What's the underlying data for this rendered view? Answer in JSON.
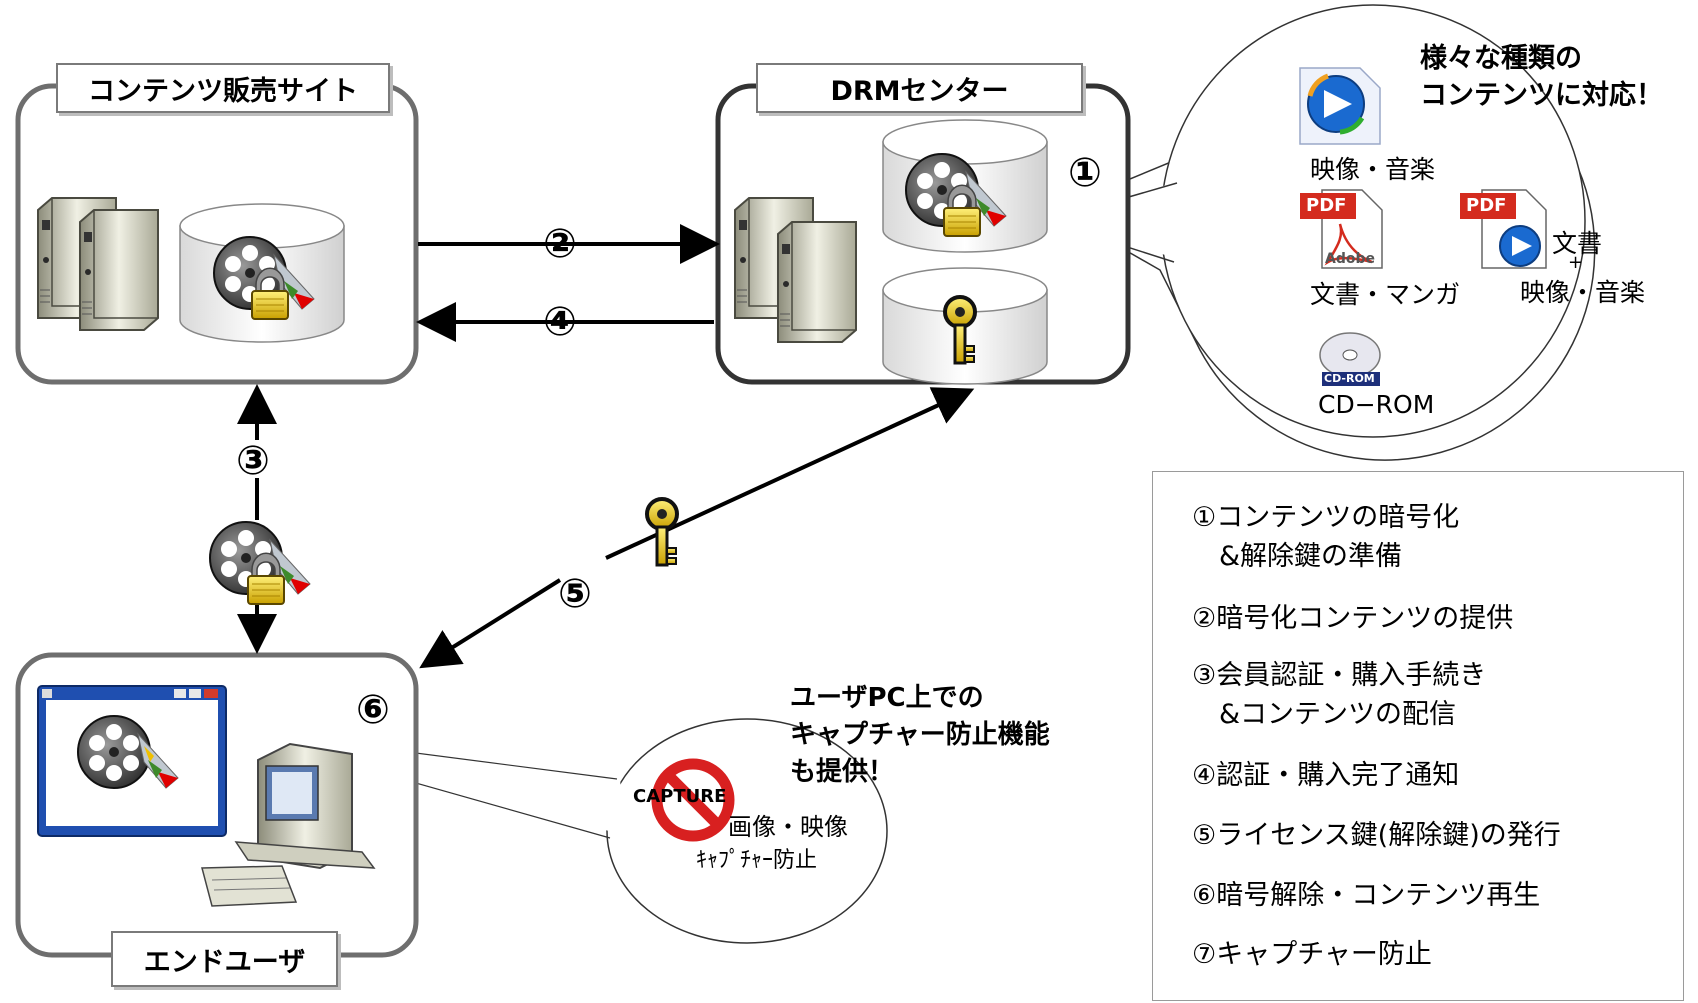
{
  "nodes": {
    "sales_site": "コンテンツ販売サイト",
    "drm_center": "DRMセンター",
    "end_user": "エンドユーザ"
  },
  "step_numbers": {
    "s1": "①",
    "s2": "②",
    "s3": "③",
    "s4": "④",
    "s5": "⑤",
    "s6": "⑥"
  },
  "content_bubble": {
    "title_line1": "様々な種類の",
    "title_line2": "コンテンツに対応！",
    "video_music": "映像・音楽",
    "pdf_badge": "PDF",
    "adobe": "Adobe",
    "doc_manga": "文書・マンガ",
    "doc": "文書",
    "plus": "+",
    "doc_video_music": "映像・音楽",
    "cdrom_badge": "CD-ROM",
    "cdrom": "CD−ROM"
  },
  "capture_bubble": {
    "title_line1": "ユーザPC上での",
    "title_line2": "キャプチャー防止機能",
    "title_line3": "も提供！",
    "capture_label": "CAPTURE",
    "caption_line1": "画像・映像",
    "caption_line2": "ｷｬﾌﾟﾁｬｰ防止"
  },
  "legend": [
    "①コンテンツの暗号化",
    "　&解除鍵の準備",
    "②暗号化コンテンツの提供",
    "③会員認証・購入手続き",
    "　&コンテンツの配信",
    "④認証・購入完了通知",
    "⑤ライセンス鍵(解除鍵)の発行",
    "⑥暗号解除・コンテンツ再生",
    "⑦キャプチャー防止"
  ]
}
